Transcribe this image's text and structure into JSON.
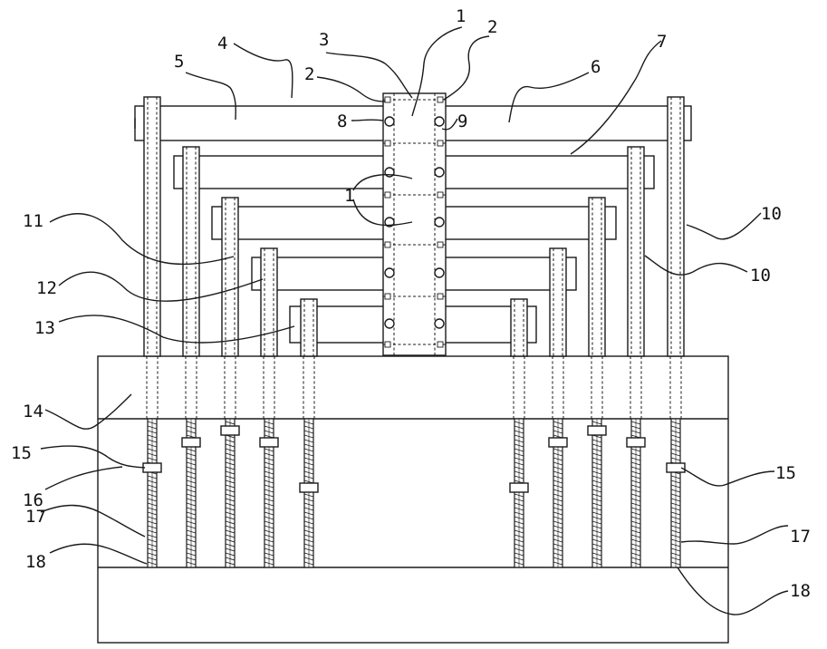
{
  "labels": {
    "l1a": "1",
    "l1b": "1",
    "l2a": "2",
    "l2b": "2",
    "l3": "3",
    "l4": "4",
    "l5": "5",
    "l6": "6",
    "l7": "7",
    "l8": "8",
    "l9": "9",
    "l10a": "10",
    "l10b": "10",
    "l11": "11",
    "l12": "12",
    "l13": "13",
    "l14": "14",
    "l15a": "15",
    "l15b": "15",
    "l16": "16",
    "l17a": "17",
    "l17b": "17",
    "l18a": "18",
    "l18b": "18"
  },
  "colors": {
    "line": "#1a1a1a",
    "background": "#ffffff"
  }
}
